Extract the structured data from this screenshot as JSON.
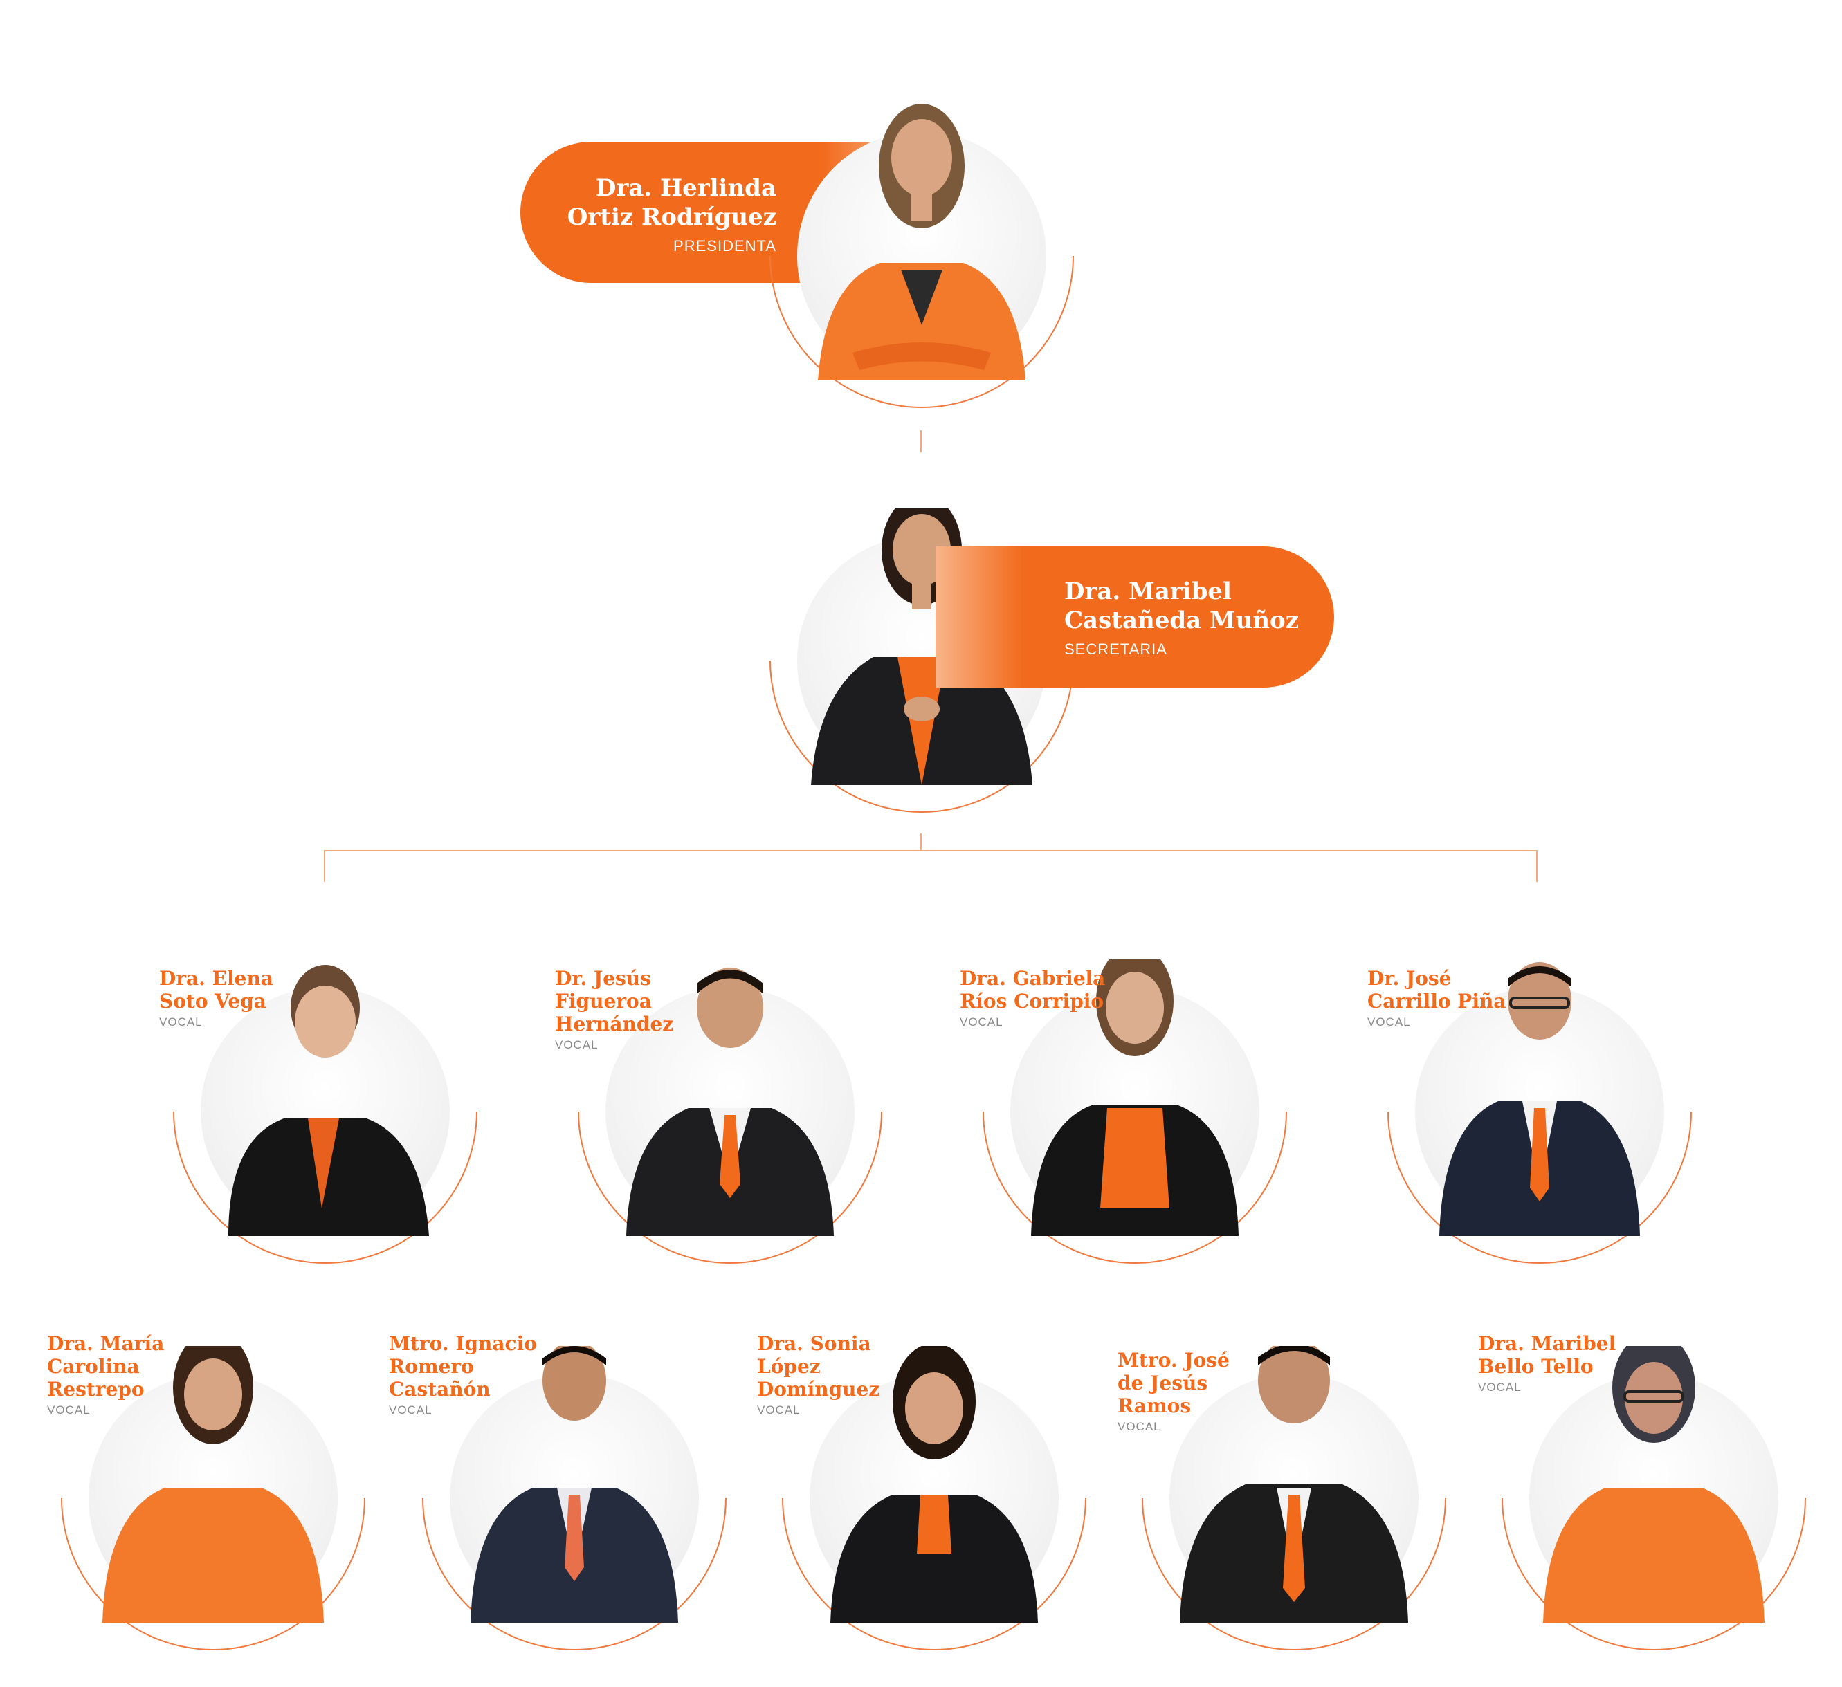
{
  "colors": {
    "accent": "#f26a1b",
    "connector": "#f5a878",
    "role_gray": "#8a8a8a"
  },
  "president": {
    "name_line1": "Dra. Herlinda",
    "name_line2": "Ortiz Rodríguez",
    "role": "PRESIDENTA"
  },
  "secretary": {
    "name_line1": "Dra. Maribel",
    "name_line2": "Castañeda Muñoz",
    "role": "SECRETARIA"
  },
  "vocals_row1": [
    {
      "lines": [
        "Dra. Elena",
        "Soto Vega"
      ],
      "role": "VOCAL"
    },
    {
      "lines": [
        "Dr. Jesús",
        "Figueroa",
        "Hernández"
      ],
      "role": "VOCAL"
    },
    {
      "lines": [
        "Dra. Gabriela",
        "Ríos Corripio"
      ],
      "role": "VOCAL"
    },
    {
      "lines": [
        "Dr. José",
        "Carrillo Piña"
      ],
      "role": "VOCAL"
    }
  ],
  "vocals_row2": [
    {
      "lines": [
        "Dra. María",
        "Carolina",
        "Restrepo"
      ],
      "role": "VOCAL"
    },
    {
      "lines": [
        "Mtro. Ignacio",
        "Romero",
        "Castañón"
      ],
      "role": "VOCAL"
    },
    {
      "lines": [
        "Dra. Sonia",
        "López",
        "Domínguez"
      ],
      "role": "VOCAL"
    },
    {
      "lines": [
        "Mtro. José",
        "de Jesús",
        "Ramos"
      ],
      "role": "VOCAL"
    },
    {
      "lines": [
        "Dra. Maribel",
        "Bello Tello"
      ],
      "role": "VOCAL"
    }
  ]
}
